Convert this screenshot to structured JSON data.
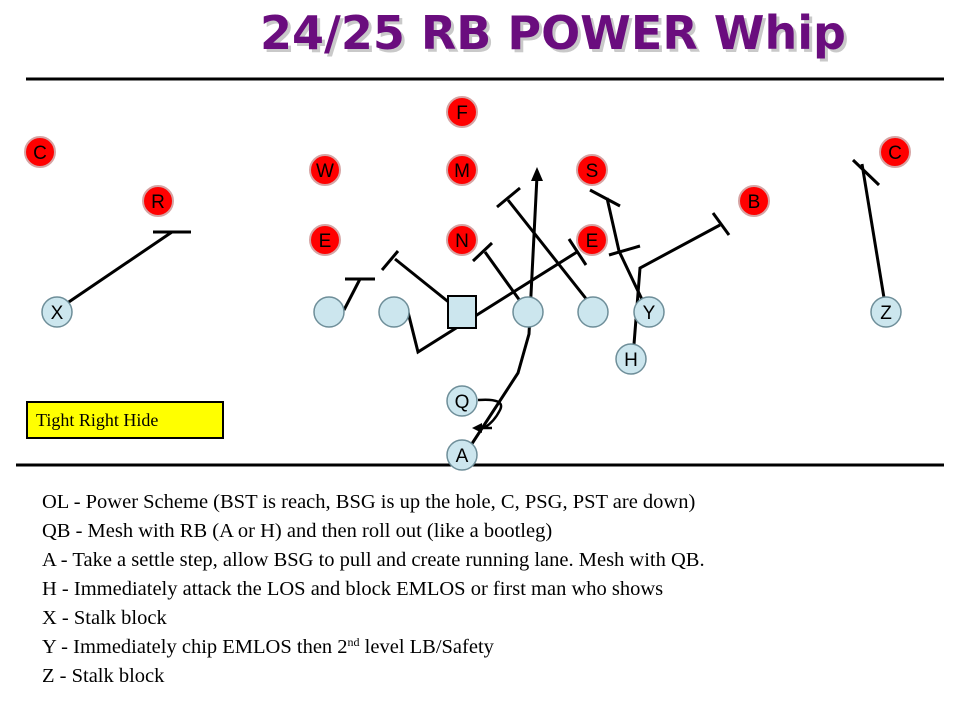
{
  "title": "24/25 RB POWER Whip",
  "formation_label": "Tight Right Hide",
  "defense": {
    "left_corner": "C",
    "right_corner": "C",
    "f": "F",
    "w": "W",
    "m": "M",
    "s": "S",
    "r": "R",
    "b": "B",
    "left_end": "E",
    "nose": "N",
    "right_end": "E"
  },
  "offense": {
    "x": "X",
    "y": "Y",
    "z": "Z",
    "h": "H",
    "q": "Q",
    "a": "A"
  },
  "notes": [
    "OL - Power Scheme (BST is reach, BSG is up the hole, C, PSG, PST are down)",
    "QB - Mesh with RB (A or H)  and then roll out (like a bootleg)",
    "A - Take a settle step, allow BSG to pull and create running lane.  Mesh with QB.",
    "H - Immediately attack the LOS and block EMLOS or first man who shows",
    "X - Stalk block"
  ],
  "note_y": {
    "before": "Y - Immediately chip EMLOS then 2",
    "sup": "nd",
    "after": " level LB/Safety"
  },
  "note_z": "Z - Stalk block",
  "colors": {
    "title": "#6a0d7e",
    "defender_fill": "#ff0000",
    "offense_fill": "#cce6ee",
    "label_fill": "#ffff00"
  }
}
